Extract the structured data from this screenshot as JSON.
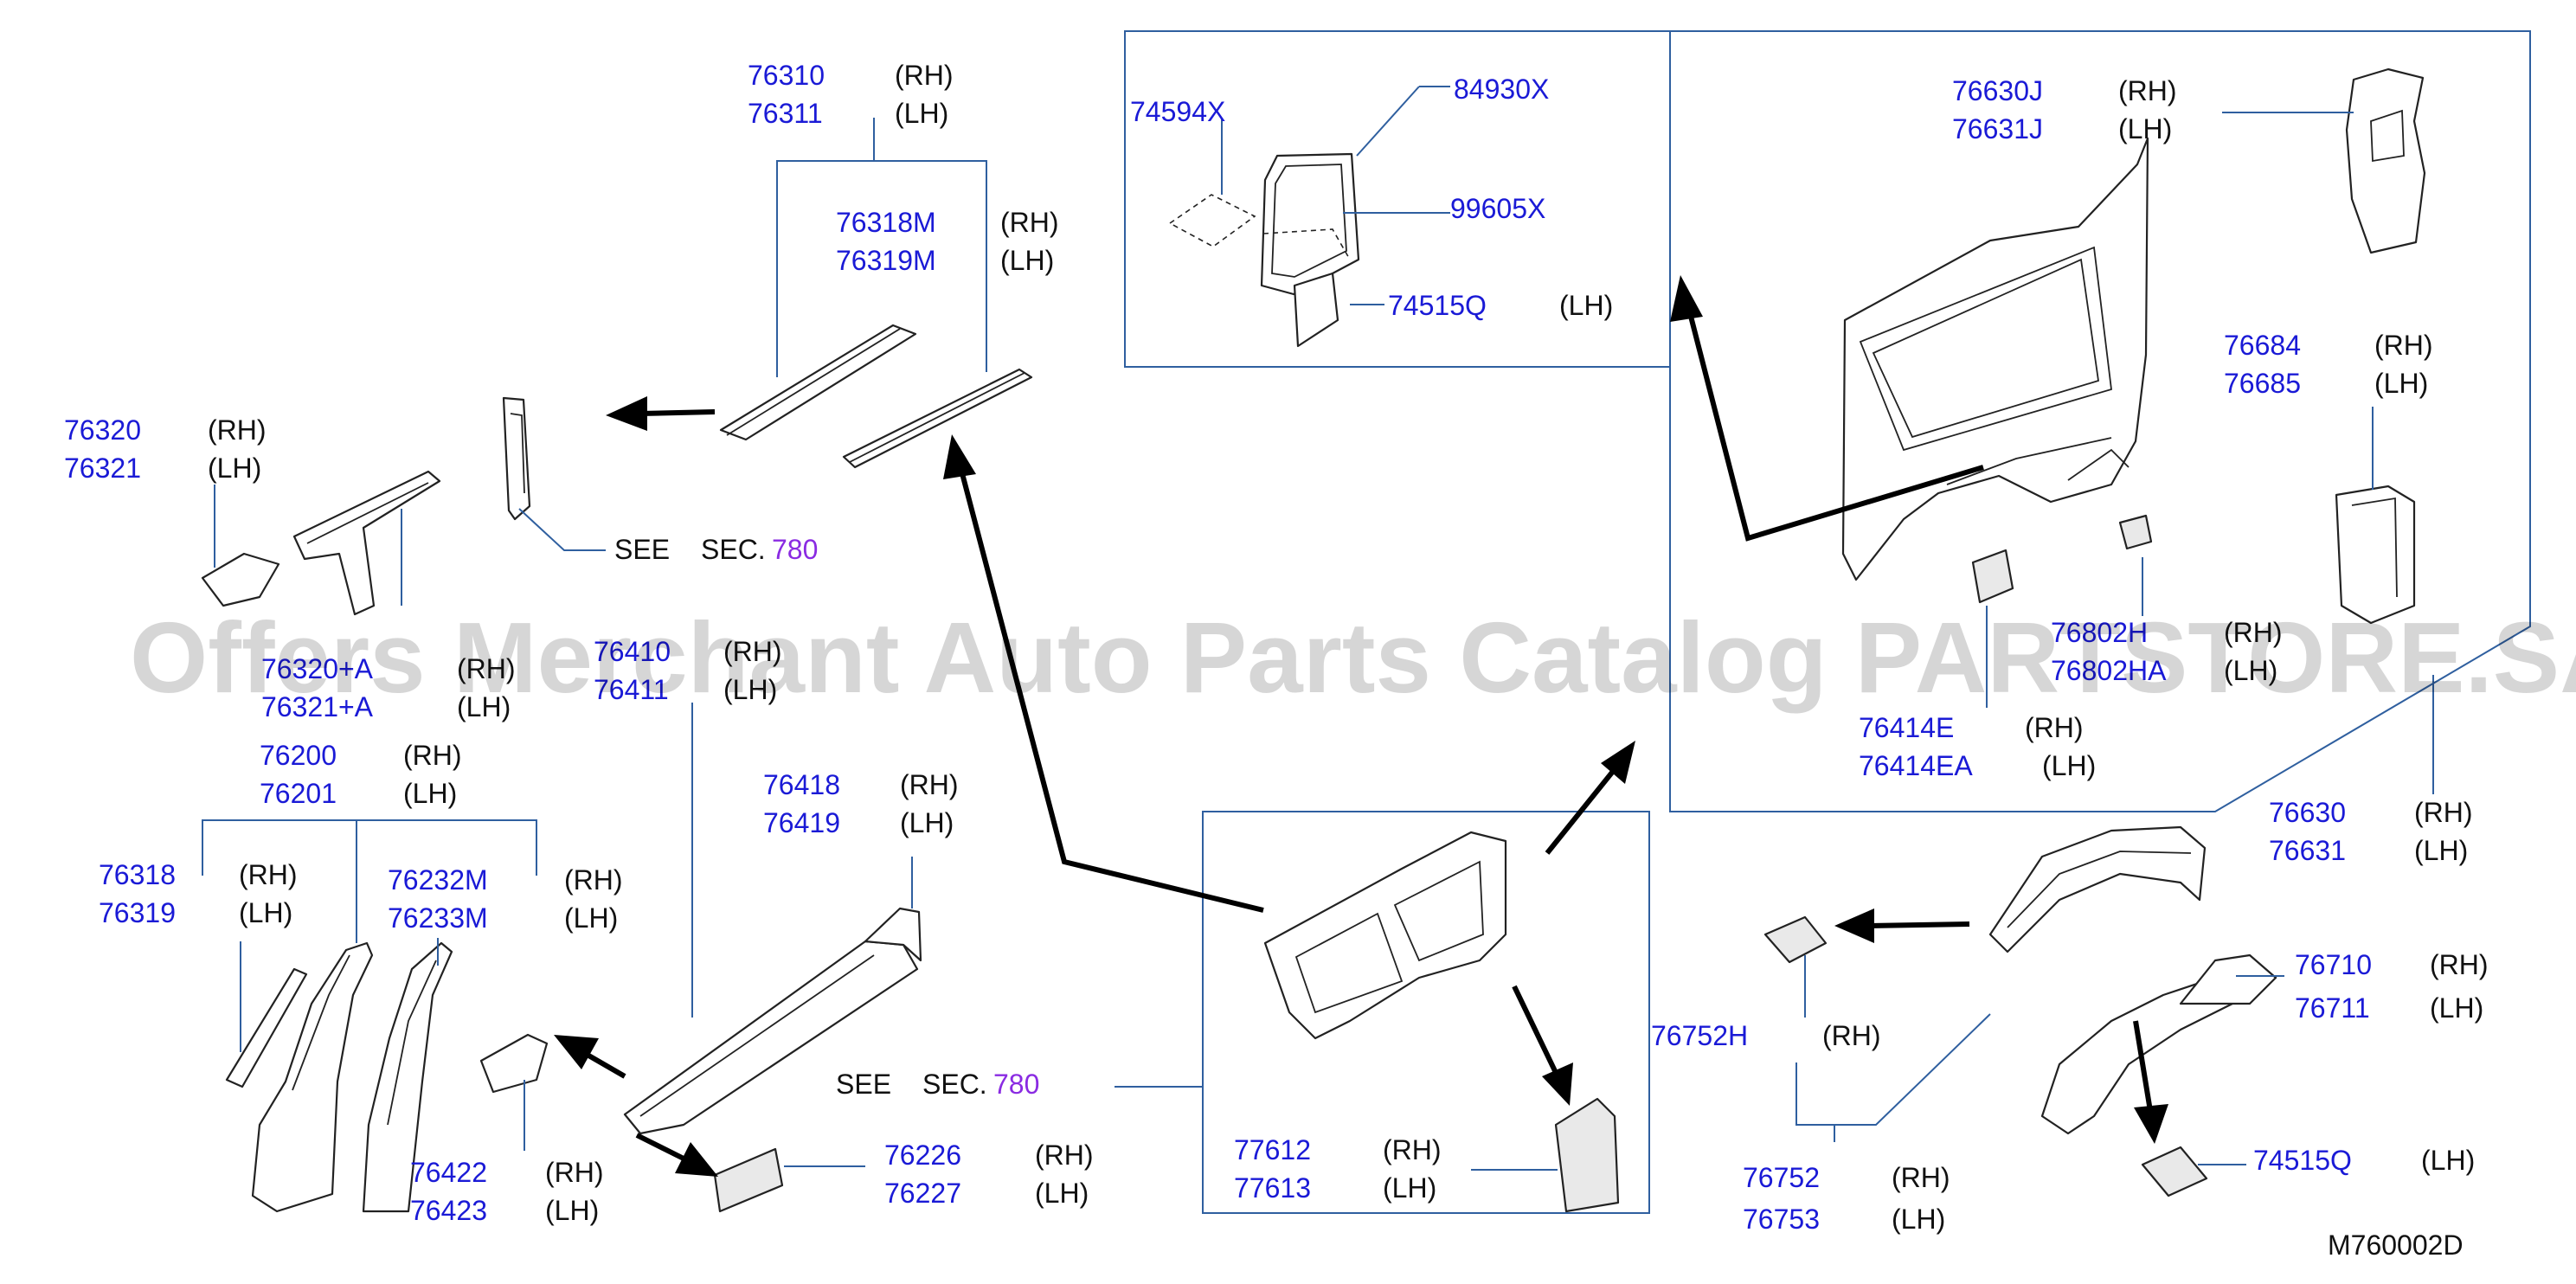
{
  "watermark": "Offers Merchant Auto Parts Catalog PARTSTORE.SA",
  "diagram_code": "M760002D",
  "see_label": "SEE",
  "sec_prefix": "SEC.",
  "sec_number": "780",
  "sides": {
    "rh": "(RH)",
    "lh": "(LH)"
  },
  "parts": {
    "p76310": "76310",
    "p76311": "76311",
    "p76318M": "76318M",
    "p76319M": "76319M",
    "p84930X": "84930X",
    "p74594X": "74594X",
    "p99605X": "99605X",
    "p74515Q_a": "74515Q",
    "p76630J": "76630J",
    "p76631J": "76631J",
    "p76684": "76684",
    "p76685": "76685",
    "p76320": "76320",
    "p76321": "76321",
    "p76320A": "76320+A",
    "p76321A": "76321+A",
    "p76410": "76410",
    "p76411": "76411",
    "p76802H": "76802H",
    "p76802HA": "76802HA",
    "p76414E": "76414E",
    "p76414EA": "76414EA",
    "p76630": "76630",
    "p76631": "76631",
    "p76200": "76200",
    "p76201": "76201",
    "p76418": "76418",
    "p76419": "76419",
    "p76318": "76318",
    "p76319": "76319",
    "p76232M": "76232M",
    "p76233M": "76233M",
    "p76710": "76710",
    "p76711": "76711",
    "p76752H": "76752H",
    "p76422": "76422",
    "p76423": "76423",
    "p76226": "76226",
    "p76227": "76227",
    "p77612": "77612",
    "p77613": "77613",
    "p74515Q_b": "74515Q",
    "p76752": "76752",
    "p76753": "76753"
  }
}
